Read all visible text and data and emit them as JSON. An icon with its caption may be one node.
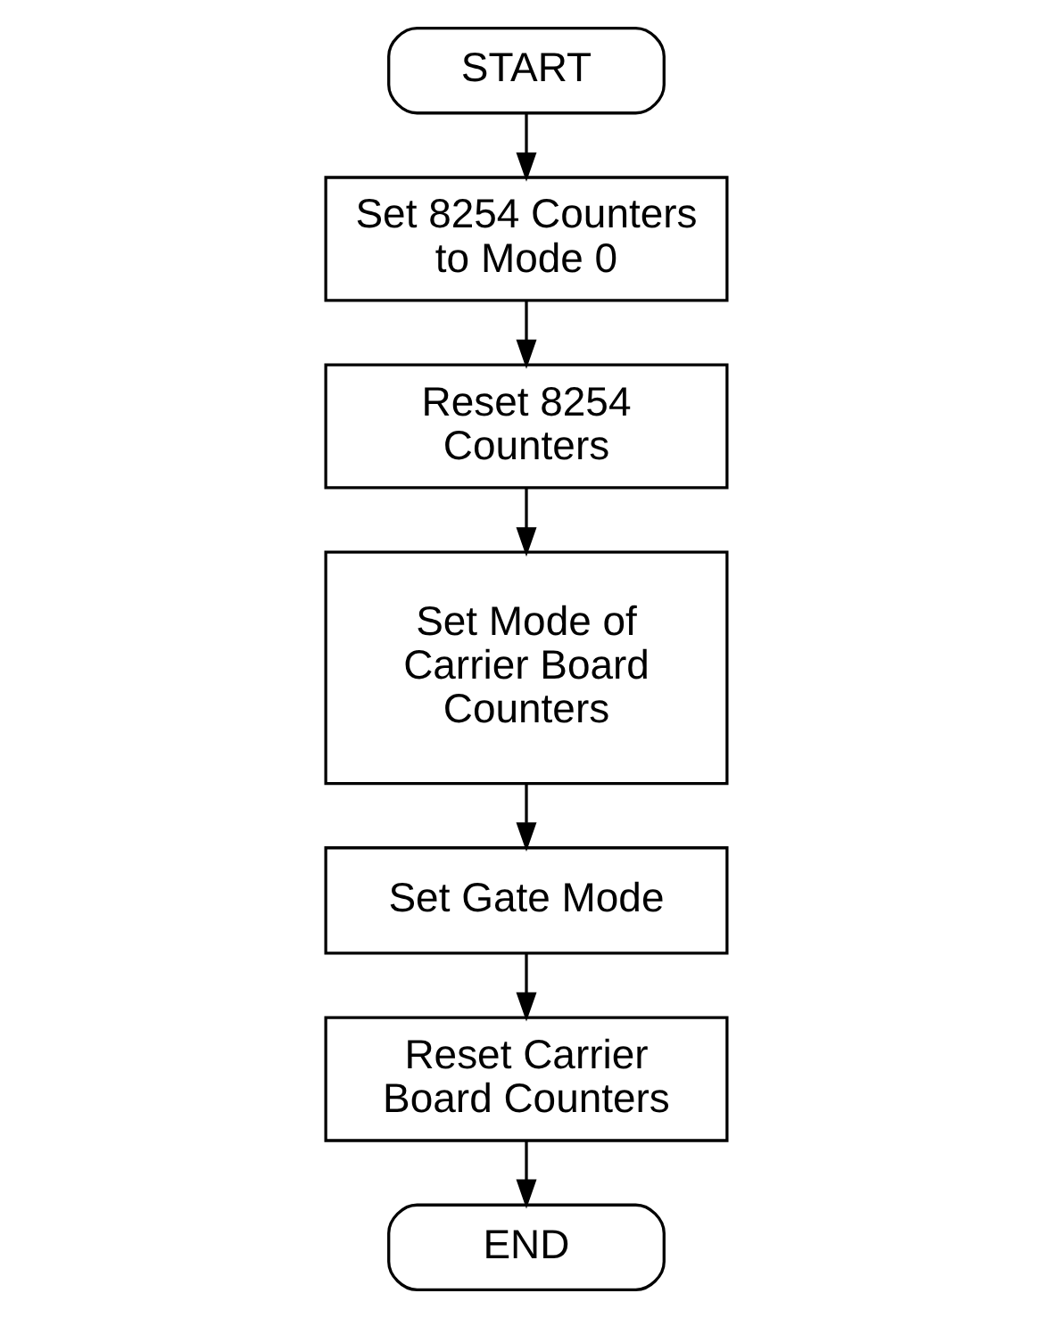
{
  "diagram": {
    "nodes": [
      {
        "text": [
          "START"
        ]
      },
      {
        "text": [
          "Set 8254 Counters to Mode 0"
        ]
      },
      {
        "text": [
          "Reset 8254 Counters"
        ]
      },
      {
        "text": [
          "Set Mode of Carrier Board Counters"
        ]
      },
      {
        "text": [
          "Set Gate Mode"
        ]
      },
      {
        "text": [
          "Reset Carrier Board Counters"
        ]
      },
      {
        "text": [
          "END"
        ]
      }
    ],
    "edges": [
      {
        "from": 0,
        "to": 1,
        "arrow": "to"
      },
      {
        "from": 1,
        "to": 2,
        "arrow": "to"
      },
      {
        "from": 2,
        "to": 3,
        "arrow": "to"
      },
      {
        "from": 3,
        "to": 4,
        "arrow": "to"
      },
      {
        "from": 4,
        "to": 5,
        "arrow": "to"
      },
      {
        "from": 5,
        "to": 6,
        "arrow": "to"
      }
    ]
  }
}
